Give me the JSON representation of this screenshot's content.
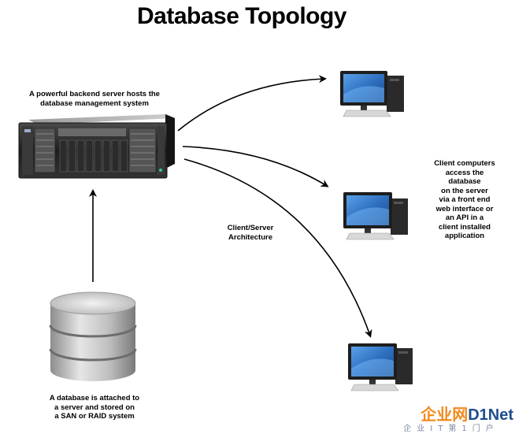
{
  "title": "Database Topology",
  "server_caption": [
    "A powerful backend server hosts the",
    "database management system"
  ],
  "arch_label": [
    "Client/Server",
    "Architecture"
  ],
  "db_caption": [
    "A database is attached to",
    "a server and stored on",
    "a SAN or RAID system"
  ],
  "client_caption": [
    "Client computers",
    "access the",
    "database",
    "on the server",
    "via a front end",
    "web interface or",
    "an API in a",
    "client installed",
    "application"
  ],
  "watermark": {
    "brand_cn": "企业网",
    "brand_en": "D1Net",
    "sub": "企业IT第1门户"
  },
  "colors": {
    "screen": "#2f6fc0",
    "monitor_frame": "#1e1e1e",
    "server_body": "#2a2a2a",
    "db_silver": "#c8c8c8",
    "watermark_orange": "#f08a1c",
    "watermark_blue": "#1d4d8f"
  }
}
